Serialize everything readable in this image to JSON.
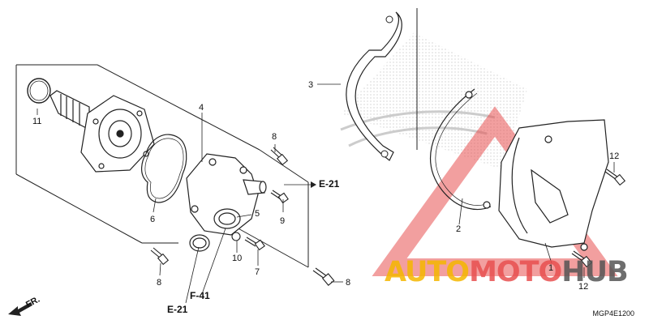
{
  "callouts": {
    "c1": "1",
    "c2": "2",
    "c3": "3",
    "c4": "4",
    "c5": "5",
    "c6": "6",
    "c7": "7",
    "c8a": "8",
    "c8b": "8",
    "c8c": "8",
    "c9": "9",
    "c10": "10",
    "c11": "11",
    "c12a": "12",
    "c12b": "12"
  },
  "refs": {
    "e21_right": "E-21",
    "e21_bottom": "E-21",
    "f41": "F-41"
  },
  "direction": {
    "fr": "FR."
  },
  "watermark": {
    "auto": "AUTO",
    "moto": "MOTO",
    "hub": "HUB"
  },
  "diagram_code": "MGP4E1200",
  "colors": {
    "line": "#222222",
    "watermark_orange": "#f5b700",
    "watermark_red": "#e85050",
    "watermark_grey": "#555555",
    "triangle_red": "#f08080"
  }
}
